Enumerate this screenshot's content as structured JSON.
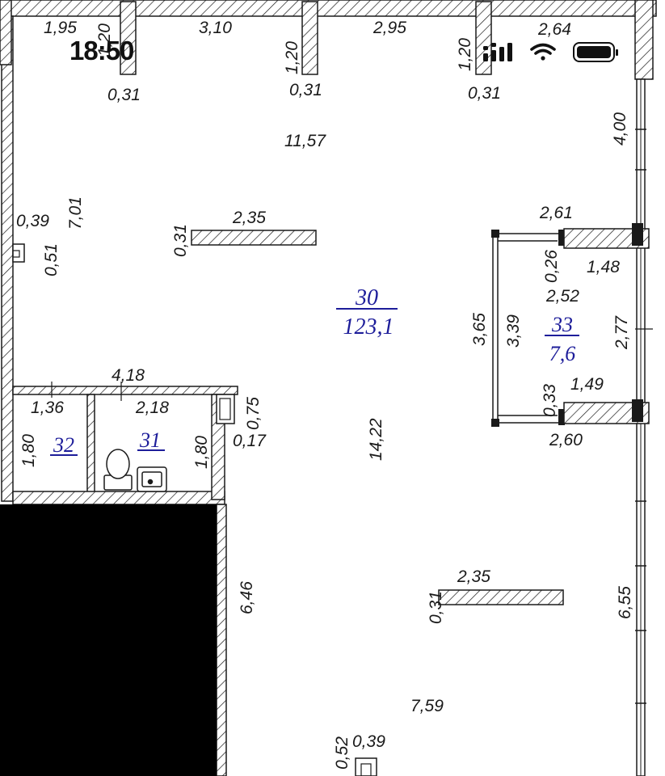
{
  "status_bar": {
    "time": "18:50",
    "icons": [
      "cellular-signal-icon",
      "wifi-icon",
      "battery-icon"
    ]
  },
  "colors": {
    "wall": "#1a1a1a",
    "room_label": "#1d1d9a",
    "redacted_area": "#000000",
    "background": "#ffffff"
  },
  "rooms": [
    {
      "number": "30",
      "area": "123,1"
    },
    {
      "number": "33",
      "area": "7,6"
    },
    {
      "number": "31"
    },
    {
      "number": "32"
    }
  ],
  "dimensions": {
    "top_1": "1,95",
    "top_2": "3,10",
    "top_3": "2,95",
    "top_4": "2,64",
    "col_h_1": "1,20",
    "col_h_2": "1,20",
    "col_h_3": "1,20",
    "col_w_1": "0,31",
    "col_w_2": "0,31",
    "col_w_3": "0,31",
    "upper_width": "11,57",
    "right_upper": "4,00",
    "left_upper": "7,01",
    "left_col_w": "0,39",
    "left_col_h": "0,51",
    "partition1_len": "2,35",
    "partition1_w": "0,31",
    "alcove_top": "2,61",
    "alcove_gap_top": "0,26",
    "alcove_wall_top": "1,48",
    "alcove_inner_w": "2,52",
    "alcove_outer_h": "3,65",
    "alcove_inner_h": "3,39",
    "alcove_right": "2,77",
    "alcove_gap_bottom": "0,33",
    "alcove_wall_bottom": "1,49",
    "alcove_bottom": "2,60",
    "wc_total": "4,18",
    "wc32_w": "1,36",
    "wc31_w": "2,18",
    "wc32_h": "1,80",
    "wc31_h": "1,80",
    "wc_col_h": "0,75",
    "wc_col_w": "0,17",
    "hall_depth": "14,22",
    "left_lower": "6,46",
    "partition2_len": "2,35",
    "partition2_w": "0,31",
    "right_lower": "6,55",
    "bottom_width": "7,59",
    "bottom_col_w": "0,39",
    "bottom_col_h": "0,52"
  }
}
